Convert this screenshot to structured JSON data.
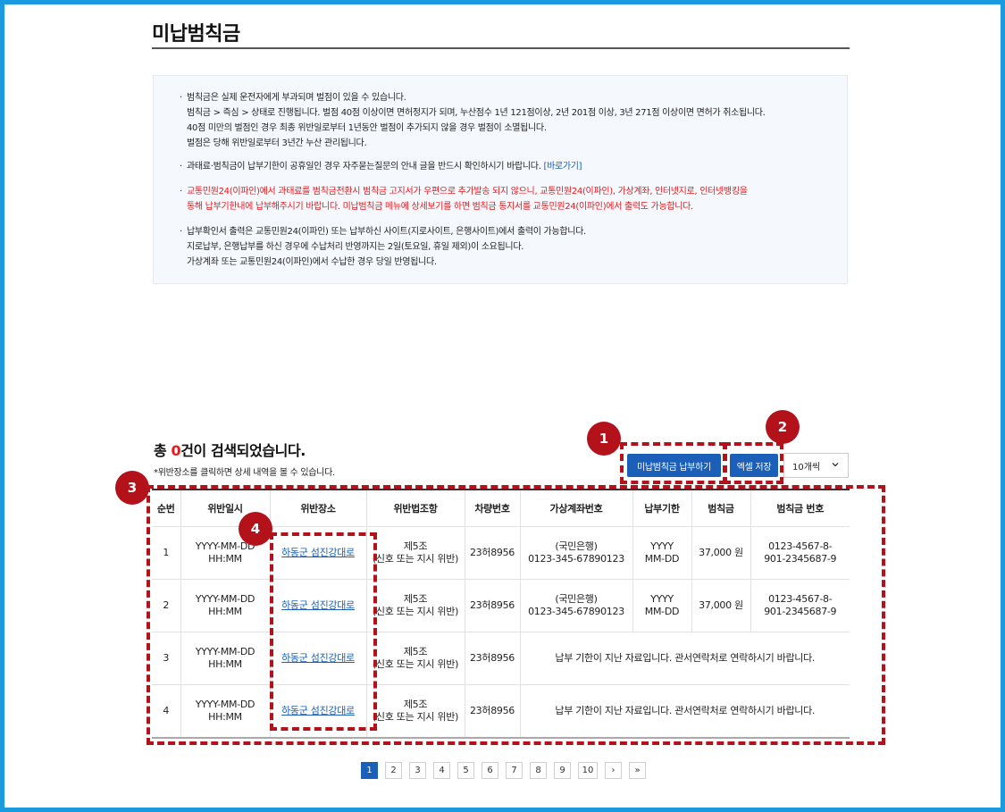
{
  "page": {
    "title": "미납범칙금"
  },
  "notices": {
    "n1_l1": "범칙금은 실제 운전자에게 부과되며 벌점이 있을 수 있습니다.",
    "n1_l2": "범칙금 > 즉심 > 상태로 진행됩니다. 벌점 40점 이상이면 면허정지가 되며, 누산점수 1년 121점이상, 2년 201점 이상, 3년 271점  이상이면 면허가 취소됩니다.",
    "n1_l3": "40점 미만의 벌점인 경우 최종 위반일로부터 1년동안 벌점이 추가되지 않을 경우 벌점이 소멸됩니다.",
    "n1_l4": "벌점은 당해 위반일로부터 3년간 누산 관리됩니다.",
    "n2_text": "과태료·범칙금이 납부기한이 공휴일인 경우 자주묻는질문의 안내 글을 반드시 확인하시기 바랍니다.",
    "n2_link": "[바로가기]",
    "n3_l1": "교통민원24(이파인)에서 과태료를 범칙금전환시 범칙금 고지서가 우편으로 추가발송 되지 않으니,  교통민원24(이파인), 가상계좌, 인터넷지로, 인터넷뱅킹을",
    "n3_l2": "통해 납부기한내에 납부해주시기 바랍니다.  미납범칙금 메뉴에 상세보기를 하면 범칙금 통지서를 교통민원24(이파인)에서 출력도 가능합니다.",
    "n4_l1": "납부확인서 출력은 교통민원24(이파인) 또는 납부하신 사이트(지로사이트, 은행사이트)에서 출력이 가능합니다.",
    "n4_l2": "지로납부, 은행납부를 하신 경우에 수납처리 반영까지는 2일(토요일, 휴일 제외)이 소요됩니다.",
    "n4_l3": "가상계좌 또는 교통민원24(이파인)에서 수납한 경우 당일 반영됩니다."
  },
  "results": {
    "prefix": "총 ",
    "count": "0",
    "suffix": "건이 검색되었습니다.",
    "hint": "*위반장소를 클릭하면 상세 내역을 볼 수 있습니다."
  },
  "toolbar": {
    "pay_label": "미납범칙금 납부하기",
    "excel_label": "엑셀 저장",
    "page_size": "10개씩"
  },
  "badges": [
    "1",
    "2",
    "3",
    "4"
  ],
  "table": {
    "headers": [
      "순번",
      "위반일시",
      "위반장소",
      "위반법조항",
      "차량번호",
      "가상계좌번호",
      "납부기한",
      "범칙금",
      "범칙금 번호"
    ],
    "rows": [
      {
        "no": "1",
        "date": "YYYY-MM-DD",
        "time": "HH:MM",
        "place": "하동군 섬진강대로",
        "law1": "제5조",
        "law2": "(신호 또는 지시 위반)",
        "car": "23허8956",
        "bank": "(국민은행)",
        "account": "0123-345-67890123",
        "due1": "YYYY",
        "due2": "MM-DD",
        "fine": "37,000 원",
        "fine_no1": "0123-4567-8-",
        "fine_no2": "901-2345687-9"
      },
      {
        "no": "2",
        "date": "YYYY-MM-DD",
        "time": "HH:MM",
        "place": "하동군 섬진강대로",
        "law1": "제5조",
        "law2": "(신호 또는 지시 위반)",
        "car": "23허8956",
        "bank": "(국민은행)",
        "account": "0123-345-67890123",
        "due1": "YYYY",
        "due2": "MM-DD",
        "fine": "37,000 원",
        "fine_no1": "0123-4567-8-",
        "fine_no2": "901-2345687-9"
      },
      {
        "no": "3",
        "date": "YYYY-MM-DD",
        "time": "HH:MM",
        "place": "하동군 섬진강대로",
        "law1": "제5조",
        "law2": "(신호 또는 지시 위반)",
        "car": "23허8956",
        "message": "납부 기한이 지난 자료입니다. 관서연락처로 연락하시기 바랍니다."
      },
      {
        "no": "4",
        "date": "YYYY-MM-DD",
        "time": "HH:MM",
        "place": "하동군 섬진강대로",
        "law1": "제5조",
        "law2": "(신호 또는 지시 위반)",
        "car": "23허8956",
        "message": "납부 기한이 지난 자료입니다. 관서연락처로 연락하시기 바랍니다."
      }
    ]
  },
  "pagination": {
    "pages": [
      "1",
      "2",
      "3",
      "4",
      "5",
      "6",
      "7",
      "8",
      "9",
      "10"
    ],
    "next": "›",
    "last": "»"
  },
  "colors": {
    "accent": "#1b5fb8",
    "highlight": "#e8191d",
    "annotation": "#b4121b",
    "frame": "#1a9be0"
  }
}
